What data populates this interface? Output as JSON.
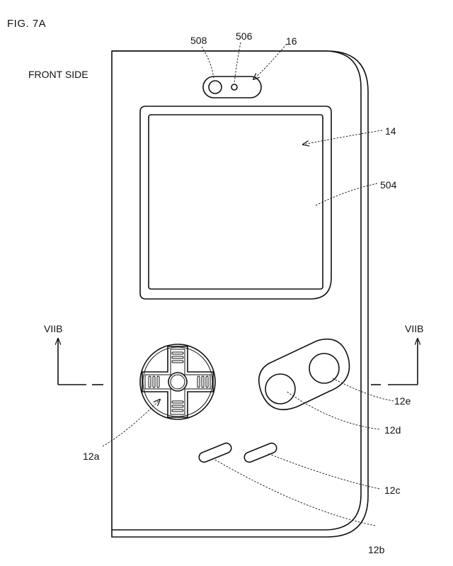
{
  "figure": {
    "title": "FIG. 7A",
    "side_label": "FRONT SIDE",
    "section_left": "VIIB",
    "section_right": "VIIB"
  },
  "labels": {
    "camera_left": "508",
    "camera_center": "506",
    "camera_housing": "16",
    "display_area": "14",
    "display_panel": "504",
    "dpad": "12a",
    "start_button": "12b",
    "select_button": "12c",
    "b_button": "12d",
    "a_button": "12e"
  }
}
